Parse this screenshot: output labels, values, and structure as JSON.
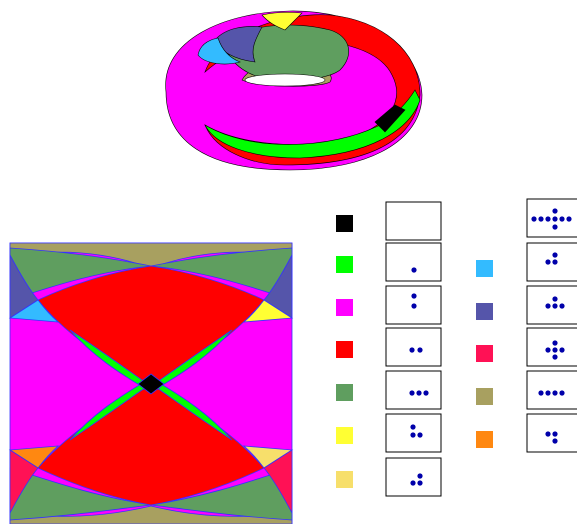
{
  "colors": {
    "black": "#000000",
    "green": "#00ff00",
    "magenta": "#ff00ff",
    "red": "#ff0000",
    "dark_green": "#5f9e5f",
    "yellow": "#ffff33",
    "light_yellow": "#f7df6b",
    "sky_blue": "#33bbff",
    "slate_blue": "#5555aa",
    "crimson": "#ff1155",
    "olive": "#a8a060",
    "orange": "#ff8811",
    "dot": "#0000aa",
    "outline": "#3333ff"
  },
  "legend_left": [
    {
      "color": "black",
      "dots": 0
    },
    {
      "color": "green",
      "dots": 1
    },
    {
      "color": "magenta",
      "dots": 2
    },
    {
      "color": "red",
      "dots": 2
    },
    {
      "color": "dark_green",
      "dots": 3
    },
    {
      "color": "yellow",
      "dots": 3
    },
    {
      "color": "light_yellow",
      "dots": 3
    }
  ],
  "legend_right": [
    {
      "color": null,
      "dots": 7
    },
    {
      "color": "sky_blue",
      "dots": 3
    },
    {
      "color": "slate_blue",
      "dots": 4
    },
    {
      "color": "crimson",
      "dots": 5
    },
    {
      "color": "olive",
      "dots": 4
    },
    {
      "color": "orange",
      "dots": 3
    }
  ]
}
